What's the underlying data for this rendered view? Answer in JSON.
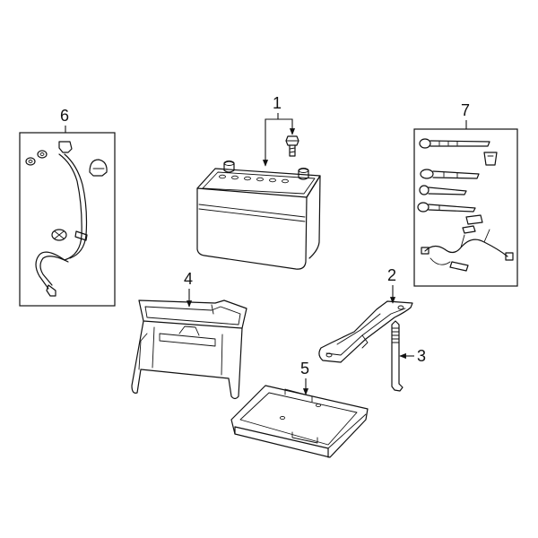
{
  "callouts": [
    {
      "id": "1"
    },
    {
      "id": "2"
    },
    {
      "id": "3"
    },
    {
      "id": "4"
    },
    {
      "id": "5"
    },
    {
      "id": "6"
    },
    {
      "id": "7"
    }
  ]
}
